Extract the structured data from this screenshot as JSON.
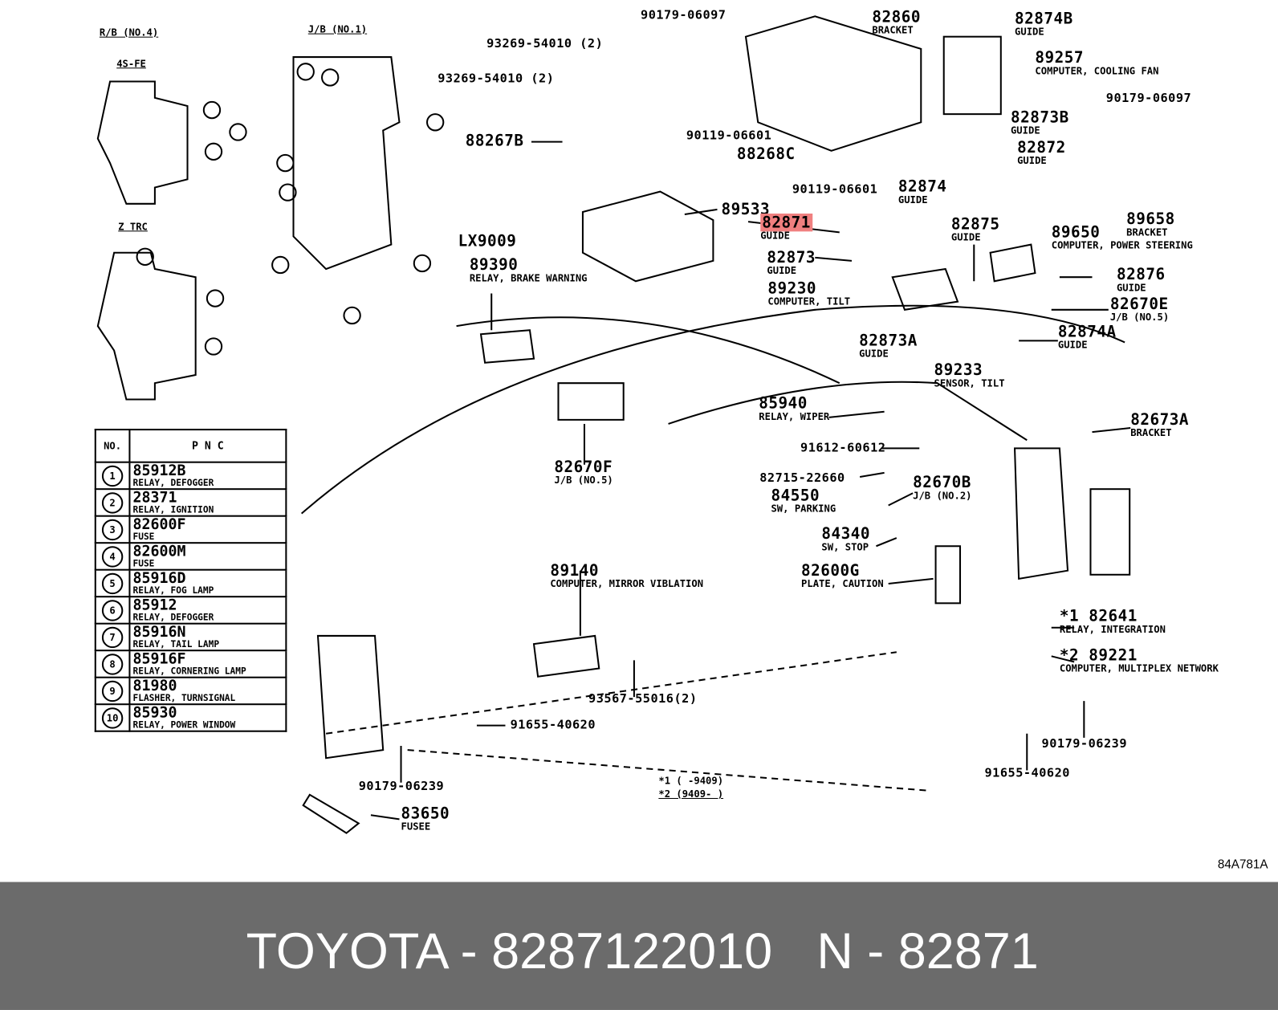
{
  "diagram": {
    "headers": {
      "rb": "R/B (NO.4)",
      "engine": "4S-FE",
      "trc": "Z TRC",
      "jb": "J/B (NO.1)"
    },
    "table": {
      "col_no": "NO.",
      "col_pnc": "P N C",
      "rows": [
        {
          "no": "1",
          "pnc": "85912B",
          "desc": "RELAY, DEFOGGER"
        },
        {
          "no": "2",
          "pnc": "28371",
          "desc": "RELAY, IGNITION"
        },
        {
          "no": "3",
          "pnc": "82600F",
          "desc": "FUSE"
        },
        {
          "no": "4",
          "pnc": "82600M",
          "desc": "FUSE"
        },
        {
          "no": "5",
          "pnc": "85916D",
          "desc": "RELAY, FOG LAMP"
        },
        {
          "no": "6",
          "pnc": "85912",
          "desc": "RELAY, DEFOGGER"
        },
        {
          "no": "7",
          "pnc": "85916N",
          "desc": "RELAY, TAIL LAMP"
        },
        {
          "no": "8",
          "pnc": "85916F",
          "desc": "RELAY, CORNERING LAMP"
        },
        {
          "no": "9",
          "pnc": "81980",
          "desc": "FLASHER, TURNSIGNAL"
        },
        {
          "no": "10",
          "pnc": "85930",
          "desc": "RELAY, POWER WINDOW"
        }
      ]
    },
    "callouts": [
      {
        "pn": "90179-06097",
        "desc": ""
      },
      {
        "pn": "93269-54010 (2)",
        "desc": ""
      },
      {
        "pn": "93269-54010 (2)",
        "desc": ""
      },
      {
        "pn": "88267B",
        "desc": ""
      },
      {
        "pn": "82860",
        "desc": "BRACKET"
      },
      {
        "pn": "82874B",
        "desc": "GUIDE"
      },
      {
        "pn": "89257",
        "desc": "COMPUTER, COOLING FAN"
      },
      {
        "pn": "90179-06097",
        "desc": ""
      },
      {
        "pn": "90119-06601",
        "desc": ""
      },
      {
        "pn": "88268C",
        "desc": ""
      },
      {
        "pn": "82873B",
        "desc": "GUIDE"
      },
      {
        "pn": "82872",
        "desc": "GUIDE"
      },
      {
        "pn": "90119-06601",
        "desc": ""
      },
      {
        "pn": "82874",
        "desc": "GUIDE"
      },
      {
        "pn": "89533",
        "desc": ""
      },
      {
        "pn": "82871",
        "desc": "GUIDE"
      },
      {
        "pn": "82875",
        "desc": "GUIDE"
      },
      {
        "pn": "89650",
        "desc": "COMPUTER, POWER STEERING"
      },
      {
        "pn": "89658",
        "desc": "BRACKET"
      },
      {
        "pn": "LX9009",
        "desc": ""
      },
      {
        "pn": "89390",
        "desc": "RELAY, BRAKE WARNING"
      },
      {
        "pn": "82873",
        "desc": "GUIDE"
      },
      {
        "pn": "82876",
        "desc": "GUIDE"
      },
      {
        "pn": "89230",
        "desc": "COMPUTER, TILT"
      },
      {
        "pn": "82670E",
        "desc": "J/B (NO.5)"
      },
      {
        "pn": "82873A",
        "desc": "GUIDE"
      },
      {
        "pn": "82874A",
        "desc": "GUIDE"
      },
      {
        "pn": "89233",
        "desc": "SENSOR, TILT"
      },
      {
        "pn": "82673A",
        "desc": "BRACKET"
      },
      {
        "pn": "85940",
        "desc": "RELAY, WIPER"
      },
      {
        "pn": "82670F",
        "desc": "J/B (NO.5)"
      },
      {
        "pn": "91612-60612",
        "desc": ""
      },
      {
        "pn": "82715-22660",
        "desc": ""
      },
      {
        "pn": "82670B",
        "desc": "J/B (NO.2)"
      },
      {
        "pn": "84550",
        "desc": "SW, PARKING"
      },
      {
        "pn": "84340",
        "desc": "SW, STOP"
      },
      {
        "pn": "82600G",
        "desc": "PLATE, CAUTION"
      },
      {
        "pn": "89140",
        "desc": "COMPUTER, MIRROR VIBLATION"
      },
      {
        "pn": "*1 82641",
        "desc": "RELAY, INTEGRATION"
      },
      {
        "pn": "*2 89221",
        "desc": "COMPUTER, MULTIPLEX NETWORK"
      },
      {
        "pn": "93567-55016(2)",
        "desc": ""
      },
      {
        "pn": "91655-40620",
        "desc": ""
      },
      {
        "pn": "90179-06239",
        "desc": ""
      },
      {
        "pn": "90179-06239",
        "desc": ""
      },
      {
        "pn": "91655-40620",
        "desc": ""
      },
      {
        "pn": "83650",
        "desc": "FUSEE"
      }
    ],
    "footnotes": [
      "*1 (     -9409)",
      "*2 (9409-     )"
    ],
    "code": "84A781A",
    "highlight_color": "#f08080"
  },
  "banner": {
    "brand_part": "TOYOTA - 8287122010",
    "ref": "N - 82871"
  }
}
